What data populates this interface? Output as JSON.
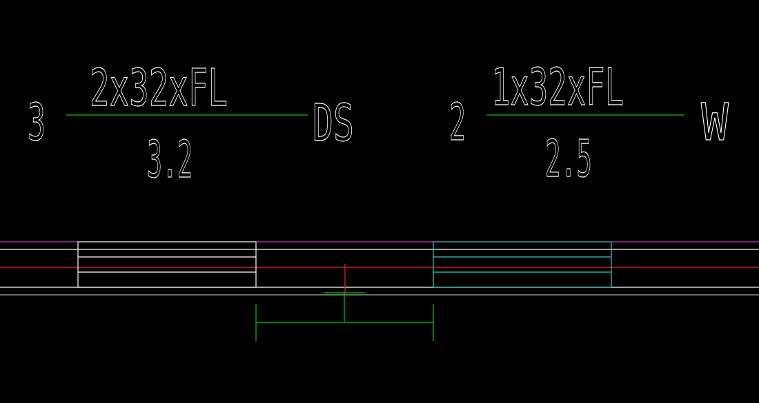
{
  "labels": {
    "left": {
      "count": "3",
      "numerator": "2x32xFL",
      "denominator": "3.2",
      "suffix": "DS"
    },
    "right": {
      "count": "2",
      "numerator": "1x32xFL",
      "denominator": "2.5",
      "suffix": "W"
    }
  },
  "colors": {
    "background": "#000000",
    "text": "#ffffff",
    "fraction_line": "#00cc00",
    "top_border": "#cc33cc",
    "centerline": "#ff2222",
    "fixture_left": "#ffffff",
    "fixture_right": "#33cccc",
    "dimension": "#00cc00",
    "wall": "#ffffff",
    "floor": "#aaaaaa"
  }
}
